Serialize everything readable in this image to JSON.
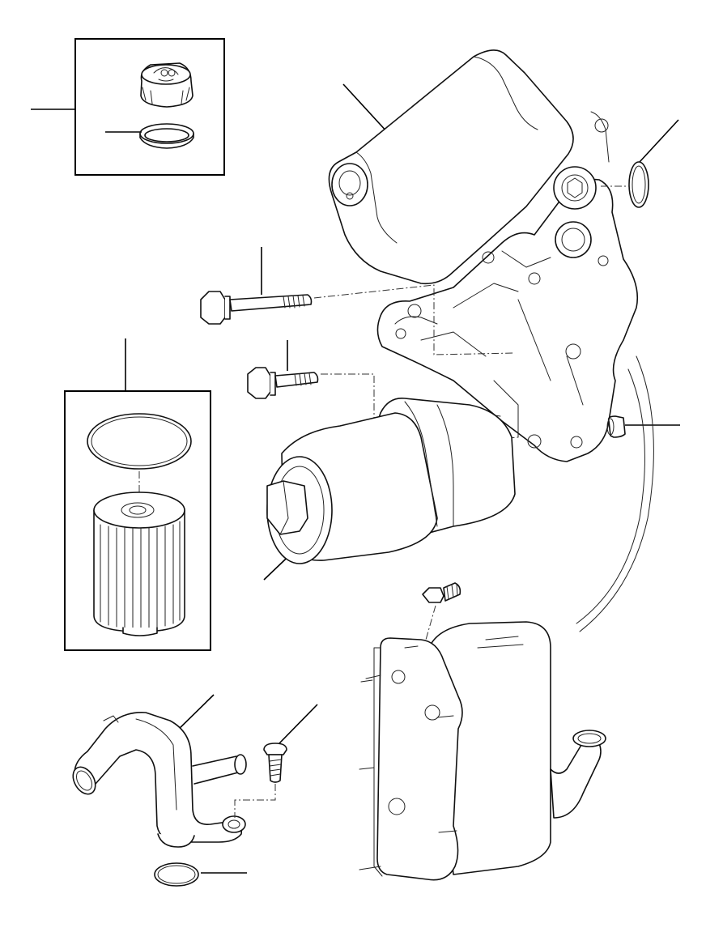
{
  "diagram": {
    "type": "exploded-parts-view",
    "parts": [
      {
        "name": "oil-filler-cap",
        "icon": "cap-icon"
      },
      {
        "name": "cap-seal-ring",
        "icon": "seal-ring-icon"
      },
      {
        "name": "oil-filter-housing-top",
        "icon": "housing-icon"
      },
      {
        "name": "o-ring-upper-right",
        "icon": "o-ring-icon"
      },
      {
        "name": "long-bolt",
        "icon": "bolt-icon"
      },
      {
        "name": "short-bolt",
        "icon": "bolt-icon"
      },
      {
        "name": "oil-filter-element",
        "icon": "filter-icon"
      },
      {
        "name": "filter-o-ring",
        "icon": "o-ring-icon"
      },
      {
        "name": "oil-filter-canister",
        "icon": "canister-icon"
      },
      {
        "name": "plug",
        "icon": "plug-icon"
      },
      {
        "name": "coolant-pipe",
        "icon": "pipe-icon"
      },
      {
        "name": "pipe-screw",
        "icon": "screw-icon"
      },
      {
        "name": "pipe-o-ring",
        "icon": "o-ring-icon"
      },
      {
        "name": "oil-cooler",
        "icon": "cooler-icon"
      },
      {
        "name": "cooler-screw",
        "icon": "screw-icon"
      }
    ]
  }
}
